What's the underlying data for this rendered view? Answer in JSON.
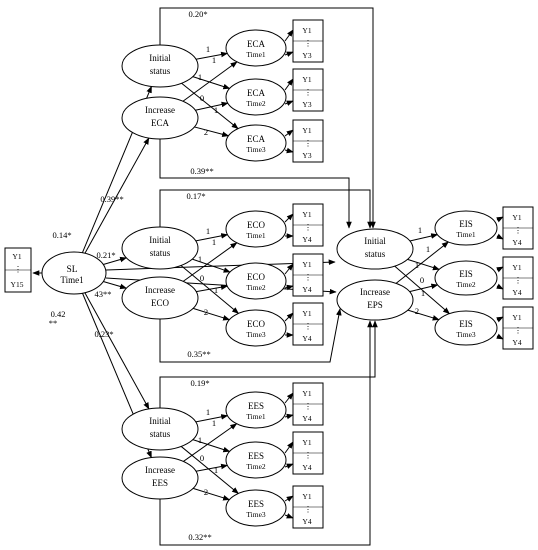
{
  "sl": {
    "line1": "SL",
    "line2": "Time1"
  },
  "sl_indicators": {
    "first": "Y1",
    "dots": "⋮",
    "last": "Y15"
  },
  "blocks": [
    {
      "id": "eca",
      "initial": [
        "Initial",
        "status"
      ],
      "increase": [
        "Increase",
        "ECA"
      ],
      "measure": "ECA",
      "times": [
        "Time1",
        "Time2",
        "Time3"
      ],
      "indicators": [
        [
          "Y1",
          "⋮",
          "Y3"
        ],
        [
          "Y1",
          "⋮",
          "Y3"
        ],
        [
          "Y1",
          "⋮",
          "Y3"
        ]
      ],
      "loadings_initial": [
        "1",
        "1",
        "1"
      ],
      "loadings_increase": [
        "0",
        "1",
        "2"
      ],
      "coef_initial_to_eps": "0.20*",
      "coef_increase_to_eps": "0.39**"
    },
    {
      "id": "eco",
      "initial": [
        "Initial",
        "status"
      ],
      "increase": [
        "Increase",
        "ECO"
      ],
      "measure": "ECO",
      "times": [
        "Time1",
        "Time2",
        "Time3"
      ],
      "indicators": [
        [
          "Y1",
          "⋮",
          "Y4"
        ],
        [
          "Y1",
          "⋮",
          "Y4"
        ],
        [
          "Y1",
          "⋮",
          "Y4"
        ]
      ],
      "loadings_initial": [
        "1",
        "1",
        "1"
      ],
      "loadings_increase": [
        "0",
        "1",
        "2"
      ],
      "coef_initial_to_eps": "0.17*",
      "coef_increase_to_eps": "0.35**"
    },
    {
      "id": "ees",
      "initial": [
        "Initial",
        "status"
      ],
      "increase": [
        "Increase",
        "EES"
      ],
      "measure": "EES",
      "times": [
        "Time1",
        "Time2",
        "Time3"
      ],
      "indicators": [
        [
          "Y1",
          "⋮",
          "Y4"
        ],
        [
          "Y1",
          "⋮",
          "Y4"
        ],
        [
          "Y1",
          "⋮",
          "Y4"
        ]
      ],
      "loadings_initial": [
        "1",
        "1",
        "1"
      ],
      "loadings_increase": [
        "0",
        "1",
        "2"
      ],
      "coef_initial_to_eps": "0.19*",
      "coef_increase_to_eps": "0.32**"
    }
  ],
  "sl_paths": {
    "to_eca_initial": "0.14*",
    "to_eca_increase": "0.39**",
    "to_eco_initial": "0.21*",
    "to_eco_increase": "43**",
    "to_ees_initial": "0.42",
    "to_ees_initial_sig": "**",
    "to_ees_increase": "0.23*"
  },
  "eps": {
    "initial": [
      "Initial",
      "status"
    ],
    "increase": [
      "Increase",
      "EPS"
    ],
    "measure": "EIS",
    "times": [
      "Time1",
      "Time2",
      "Time3"
    ],
    "indicators": [
      [
        "Y1",
        "⋮",
        "Y4"
      ],
      [
        "Y1",
        "⋮",
        "Y4"
      ],
      [
        "Y1",
        "⋮",
        "Y4"
      ]
    ],
    "loadings_initial": [
      "1",
      "1",
      "1"
    ],
    "loadings_increase": [
      "0",
      "1",
      "2"
    ]
  }
}
